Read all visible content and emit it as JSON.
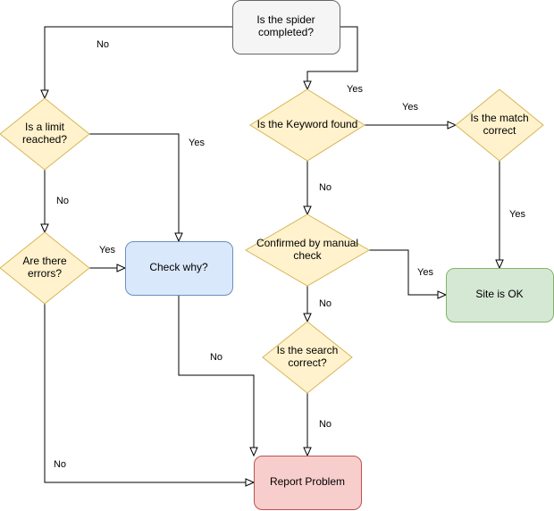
{
  "diagram": {
    "nodes": {
      "spider_completed": {
        "lines": [
          "Is the spider",
          "completed?"
        ],
        "fill": "#f5f5f5",
        "stroke": "#666666"
      },
      "limit_reached": {
        "lines": [
          "Is a limit",
          "reached?"
        ],
        "fill": "#fff2cc",
        "stroke": "#d6b656"
      },
      "keyword_found": {
        "lines": [
          "Is the Keyword found"
        ],
        "fill": "#fff2cc",
        "stroke": "#d6b656"
      },
      "match_correct": {
        "lines": [
          "Is the match",
          "correct"
        ],
        "fill": "#fff2cc",
        "stroke": "#d6b656"
      },
      "errors": {
        "lines": [
          "Are there",
          "errors?"
        ],
        "fill": "#fff2cc",
        "stroke": "#d6b656"
      },
      "check_why": {
        "lines": [
          "Check why?"
        ],
        "fill": "#dae8fc",
        "stroke": "#6c8ebf"
      },
      "confirmed_manual": {
        "lines": [
          "Confirmed by manual",
          "check"
        ],
        "fill": "#fff2cc",
        "stroke": "#d6b656"
      },
      "site_ok": {
        "lines": [
          "Site is OK"
        ],
        "fill": "#d5e8d4",
        "stroke": "#82b366"
      },
      "search_correct": {
        "lines": [
          "Is the search",
          "correct?"
        ],
        "fill": "#fff2cc",
        "stroke": "#d6b656"
      },
      "report_problem": {
        "lines": [
          "Report Problem"
        ],
        "fill": "#f8cecc",
        "stroke": "#b85450"
      }
    },
    "edges": [
      {
        "from": "spider_completed",
        "to": "limit_reached",
        "label": "No"
      },
      {
        "from": "spider_completed",
        "to": "keyword_found",
        "label": "Yes"
      },
      {
        "from": "limit_reached",
        "to": "check_why",
        "label": "Yes"
      },
      {
        "from": "limit_reached",
        "to": "errors",
        "label": "No"
      },
      {
        "from": "keyword_found",
        "to": "match_correct",
        "label": "Yes"
      },
      {
        "from": "keyword_found",
        "to": "confirmed_manual",
        "label": "No"
      },
      {
        "from": "match_correct",
        "to": "site_ok",
        "label": "Yes"
      },
      {
        "from": "errors",
        "to": "check_why",
        "label": "Yes"
      },
      {
        "from": "errors",
        "to": "report_problem",
        "label": "No"
      },
      {
        "from": "check_why",
        "to": "report_problem",
        "label": "No"
      },
      {
        "from": "confirmed_manual",
        "to": "site_ok",
        "label": "Yes"
      },
      {
        "from": "confirmed_manual",
        "to": "search_correct",
        "label": "No"
      },
      {
        "from": "search_correct",
        "to": "report_problem",
        "label": "No"
      }
    ]
  }
}
